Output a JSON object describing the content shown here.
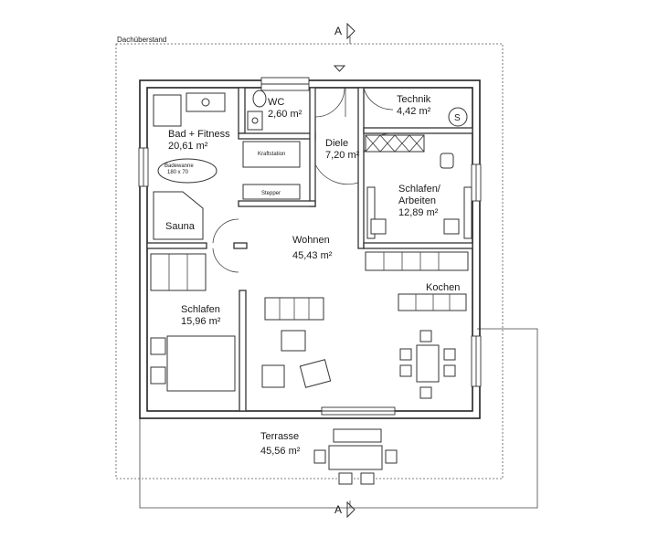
{
  "overhang_label": "Dachüberstand",
  "section_marker": "A",
  "rooms": {
    "bad": {
      "name": "Bad + Fitness",
      "area": "20,61 m²"
    },
    "wc": {
      "name": "WC",
      "area": "2,60 m²"
    },
    "technik": {
      "name": "Technik",
      "area": "4,42 m²"
    },
    "diele": {
      "name": "Diele",
      "area": "7,20 m²"
    },
    "schlafen_arbeiten": {
      "name_line1": "Schlafen/",
      "name_line2": "Arbeiten",
      "area": "12,89 m²"
    },
    "sauna": {
      "name": "Sauna"
    },
    "wohnen": {
      "name": "Wohnen",
      "area": "45,43 m²"
    },
    "kochen": {
      "name": "Kochen"
    },
    "schlafen": {
      "name": "Schlafen",
      "area": "15,96 m²"
    },
    "terrasse": {
      "name": "Terrasse",
      "area": "45,56 m²"
    }
  },
  "fixtures": {
    "badewanne_label": "Badewanne",
    "badewanne_size": "180 x 70",
    "kraftstation_label": "Kraftstation",
    "stepper_label": "Stepper",
    "boiler_label": "S"
  }
}
